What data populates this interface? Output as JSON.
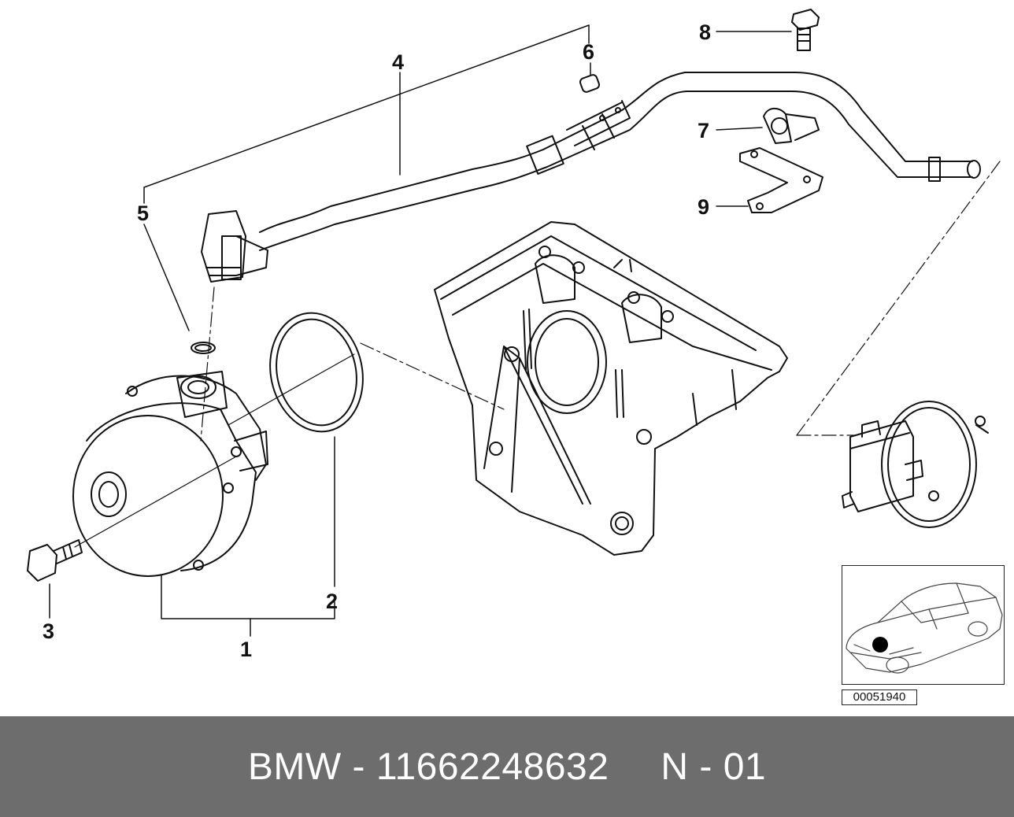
{
  "callouts": {
    "c1": "1",
    "c2": "2",
    "c3": "3",
    "c4": "4",
    "c5": "5",
    "c6": "6",
    "c7": "7",
    "c8": "8",
    "c9": "9"
  },
  "highlight_color": "#e98f8f",
  "inset": {
    "code": "00051940"
  },
  "footer": {
    "part_text": "BMW - 11662248632",
    "page_text": "N - 01",
    "background": "#6d6d6d"
  }
}
